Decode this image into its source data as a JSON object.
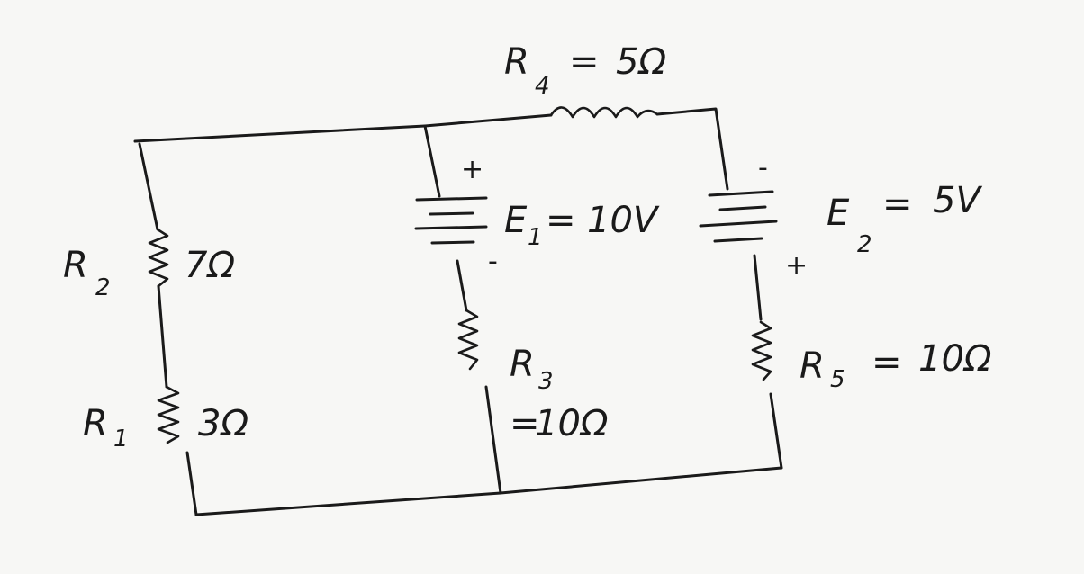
{
  "components": {
    "R1": {
      "name": "R",
      "index": "1",
      "value": "3Ω"
    },
    "R2": {
      "name": "R",
      "index": "2",
      "value": "7Ω"
    },
    "R3": {
      "name": "R",
      "index": "3",
      "eq": "=",
      "value": "10Ω"
    },
    "R4": {
      "name": "R",
      "index": "4",
      "eq": "=",
      "value": "5Ω"
    },
    "R5": {
      "name": "R",
      "index": "5",
      "eq": "=",
      "value": "10Ω"
    },
    "E1": {
      "name": "E",
      "index": "1",
      "eq": "=",
      "value": "10V",
      "plus": "+",
      "minus": "-"
    },
    "E2": {
      "name": "E",
      "index": "2",
      "eq": "=",
      "value": "5V",
      "plus": "+",
      "minus": "-"
    }
  }
}
